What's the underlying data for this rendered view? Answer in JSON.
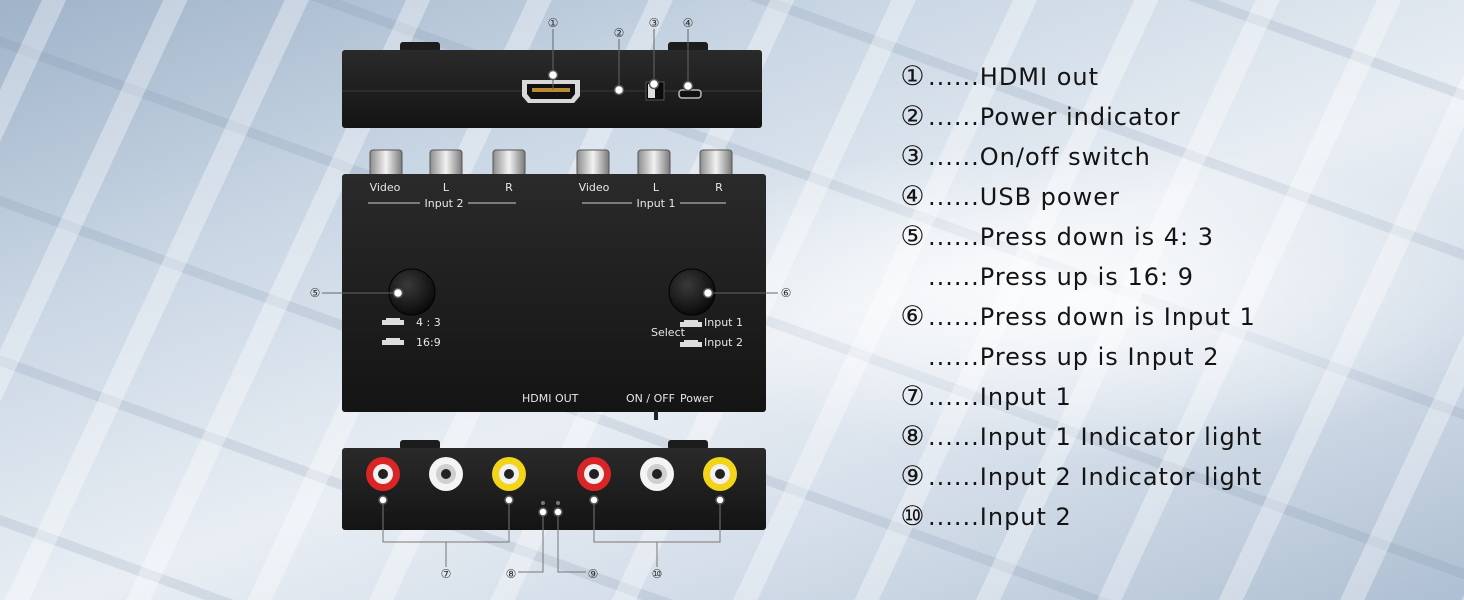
{
  "top_panel": {
    "callouts": [
      "①",
      "②",
      "③",
      "④"
    ]
  },
  "front_panel": {
    "input2_jacks": [
      "Video",
      "L",
      "R"
    ],
    "input2_label": "Input 2",
    "input1_jacks": [
      "Video",
      "L",
      "R"
    ],
    "input1_label": "Input 1",
    "aspect_4_3": "4 : 3",
    "aspect_16_9": "16:9",
    "select_label": "Select",
    "select_input1": "Input 1",
    "select_input2": "Input 2",
    "hdmi_out": "HDMI OUT",
    "on_off": "ON / OFF",
    "power": "Power",
    "callout_5": "⑤",
    "callout_6": "⑥"
  },
  "bottom_panel": {
    "callouts": [
      "⑦",
      "⑧",
      "⑨",
      "⑩"
    ]
  },
  "legend": [
    {
      "num": "①",
      "text": "......HDMI out"
    },
    {
      "num": "②",
      "text": "......Power indicator"
    },
    {
      "num": "③",
      "text": "......On/off switch"
    },
    {
      "num": "④",
      "text": "......USB power"
    },
    {
      "num": "⑤",
      "text": "......Press down is 4: 3"
    },
    {
      "num": "",
      "text": "......Press up is 16: 9"
    },
    {
      "num": "⑥",
      "text": "......Press down is Input 1"
    },
    {
      "num": "",
      "text": "......Press up is Input 2"
    },
    {
      "num": "⑦",
      "text": "......Input 1"
    },
    {
      "num": "⑧",
      "text": "......Input 1 Indicator light"
    },
    {
      "num": "⑨",
      "text": "......Input 2 Indicator light"
    },
    {
      "num": "⑩",
      "text": "......Input 2"
    }
  ]
}
